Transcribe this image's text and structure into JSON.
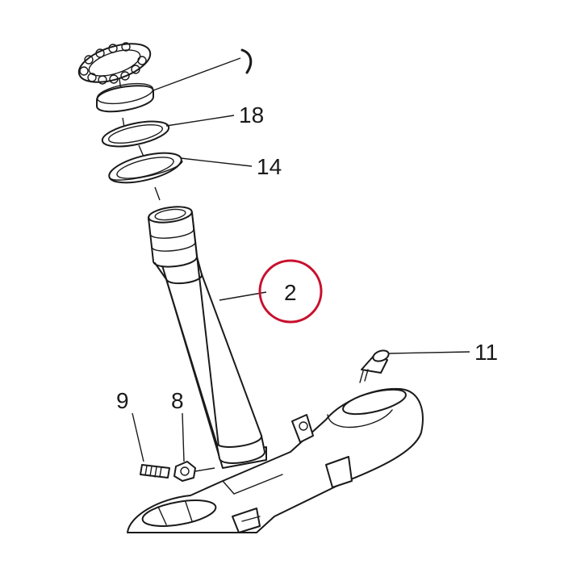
{
  "callouts": {
    "c18": "18",
    "c14": "14",
    "c2": "2",
    "c11": "11",
    "c9": "9",
    "c8": "8"
  },
  "highlight": {
    "part": "2",
    "color": "#c8102e"
  }
}
